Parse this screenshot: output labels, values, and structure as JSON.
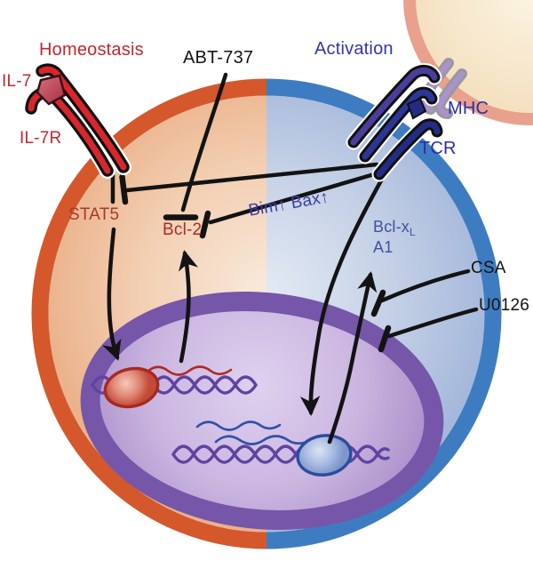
{
  "labels": {
    "homeostasis": {
      "text": "Homeostasis",
      "color": "#C2262E"
    },
    "abt737": {
      "text": "ABT-737",
      "color": "#131313"
    },
    "activation": {
      "text": "Activation",
      "color": "#2F37A8"
    },
    "il7": {
      "text": "IL-7",
      "color": "#C2262E"
    },
    "il7r": {
      "text": "IL-7R",
      "color": "#C2262E"
    },
    "mhc": {
      "text": "MHC",
      "color": "#2A2FA6"
    },
    "tcr": {
      "text": "TCR",
      "color": "#2A2FA6"
    },
    "stat5": {
      "text": "STAT5",
      "color": "#A8392C"
    },
    "bcl2": {
      "text": "Bcl-2",
      "color": "#B02B26"
    },
    "bim_bax": {
      "text": "Bim↑ Bax↑",
      "color": "#3A3DA5"
    },
    "bclxl": {
      "main": "Bcl-x",
      "sub": "L",
      "color": "#41519F"
    },
    "a1": {
      "text": "A1",
      "color": "#41519F"
    },
    "csa": {
      "text": "CSA",
      "color": "#131313"
    },
    "u0126": {
      "text": "U0126",
      "color": "#131313"
    }
  },
  "colors": {
    "membrane_homeostasis": "#D4582B",
    "membrane_activation": "#3E7CC2",
    "cytoplasm_homeostasis_edge": "#EBB28B",
    "cytoplasm_homeostasis_center": "#F9EADC",
    "cytoplasm_activation_edge": "#A5B8DB",
    "cytoplasm_activation_center": "#E3EAF4",
    "nuclear_envelope": "#7656A9",
    "nucleoplasm": "#CBB6E0",
    "dna": "#5E43A1",
    "mrna_homeostasis": "#AE2B24",
    "mrna_activation": "#2F51A5",
    "stat5_protein": "#D96B58",
    "activation_tf": "#8FA6D6",
    "il7_receptor": "#D8262C",
    "il7_ligand": "#C34A59",
    "tcr_chain": "#2B3697",
    "tcr_variable": "#4A3E9C",
    "mhc_chain": "#AB92CE",
    "apc_membrane": "#E9A08C",
    "apc_cytoplasm": "#F7E7CC",
    "signal_line": "#131313"
  }
}
